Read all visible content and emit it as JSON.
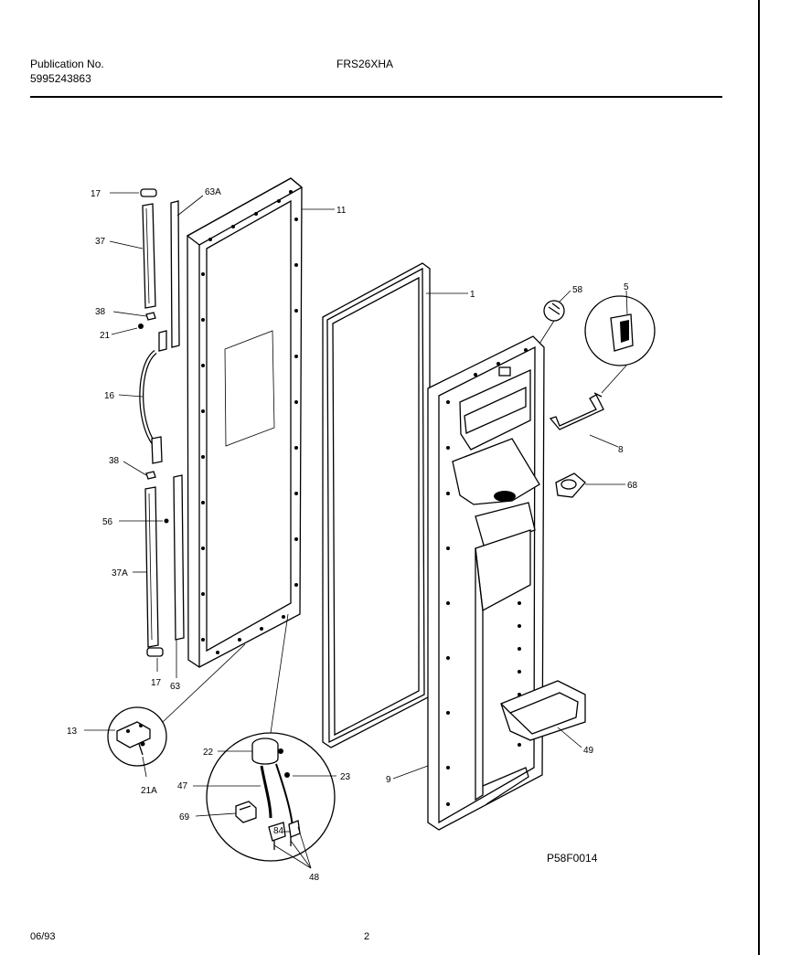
{
  "header": {
    "publication_label": "Publication No.",
    "publication_number": "5995243863",
    "model": "FRS26XHA"
  },
  "footer": {
    "date": "06/93",
    "page": "2"
  },
  "diagram": {
    "code": "P58F0014",
    "callouts": {
      "c17a": "17",
      "c63a": "63A",
      "c11": "11",
      "c37": "37",
      "c1": "1",
      "c38a": "38",
      "c58top": "58",
      "c5": "5",
      "c21": "21",
      "c16": "16",
      "c8": "8",
      "c38b": "38",
      "c68": "68",
      "c56": "56",
      "c37a": "37A",
      "c17b": "17",
      "c63": "63",
      "c13": "13",
      "c21a": "21A",
      "c22": "22",
      "c23": "23",
      "c9": "9",
      "c47": "47",
      "c69": "69",
      "c84": "84",
      "c48": "48",
      "c49": "49"
    }
  }
}
